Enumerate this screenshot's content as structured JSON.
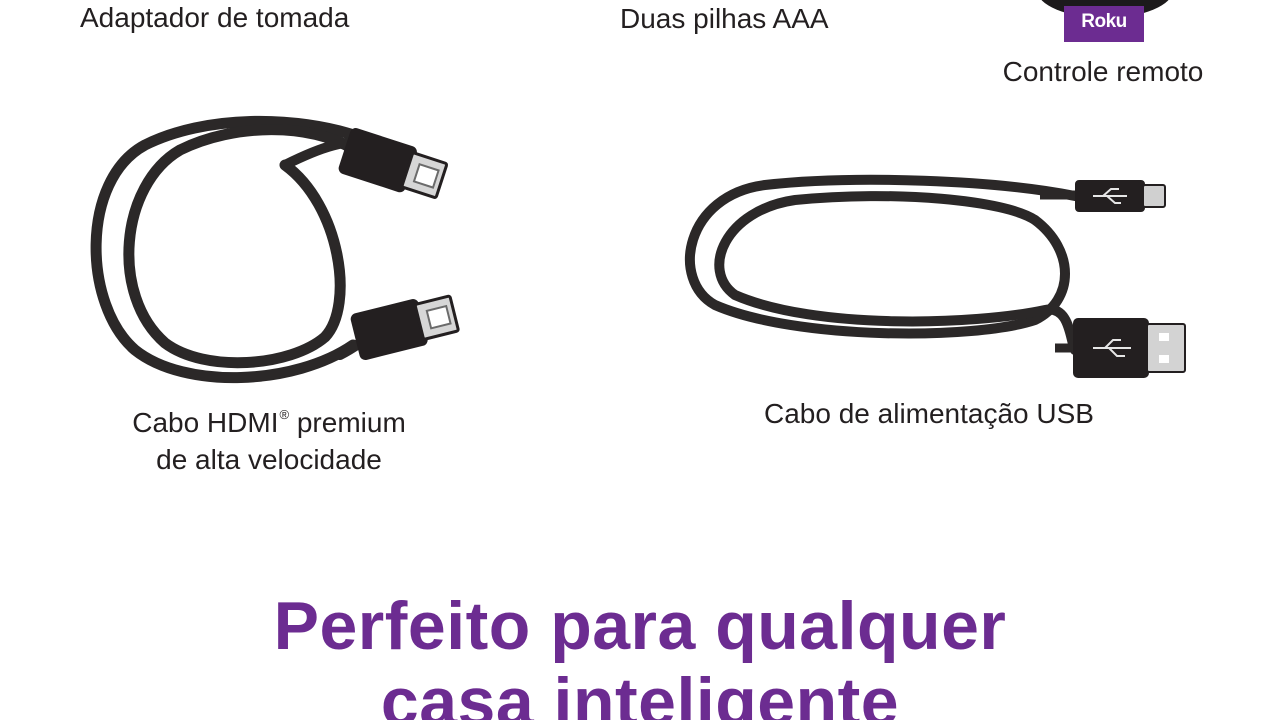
{
  "labels": {
    "adapter": "Adaptador de tomada",
    "batteries": "Duas pilhas AAA",
    "remote": "Controle remoto",
    "hdmi_line1": "Cabo HDMI",
    "hdmi_reg": "®",
    "hdmi_line1_suffix": " premium",
    "hdmi_line2": "de alta velocidade",
    "usb": "Cabo de alimentação USB"
  },
  "remote_brand": "Roku",
  "headline": {
    "line1": "Perfeito para qualquer",
    "line2": "casa inteligente"
  },
  "colors": {
    "brand_purple": "#6c2c91",
    "cable_black": "#2b2828",
    "text": "#231f20"
  },
  "icons": [
    "usb-symbol-icon",
    "hdmi-connector-icon"
  ]
}
